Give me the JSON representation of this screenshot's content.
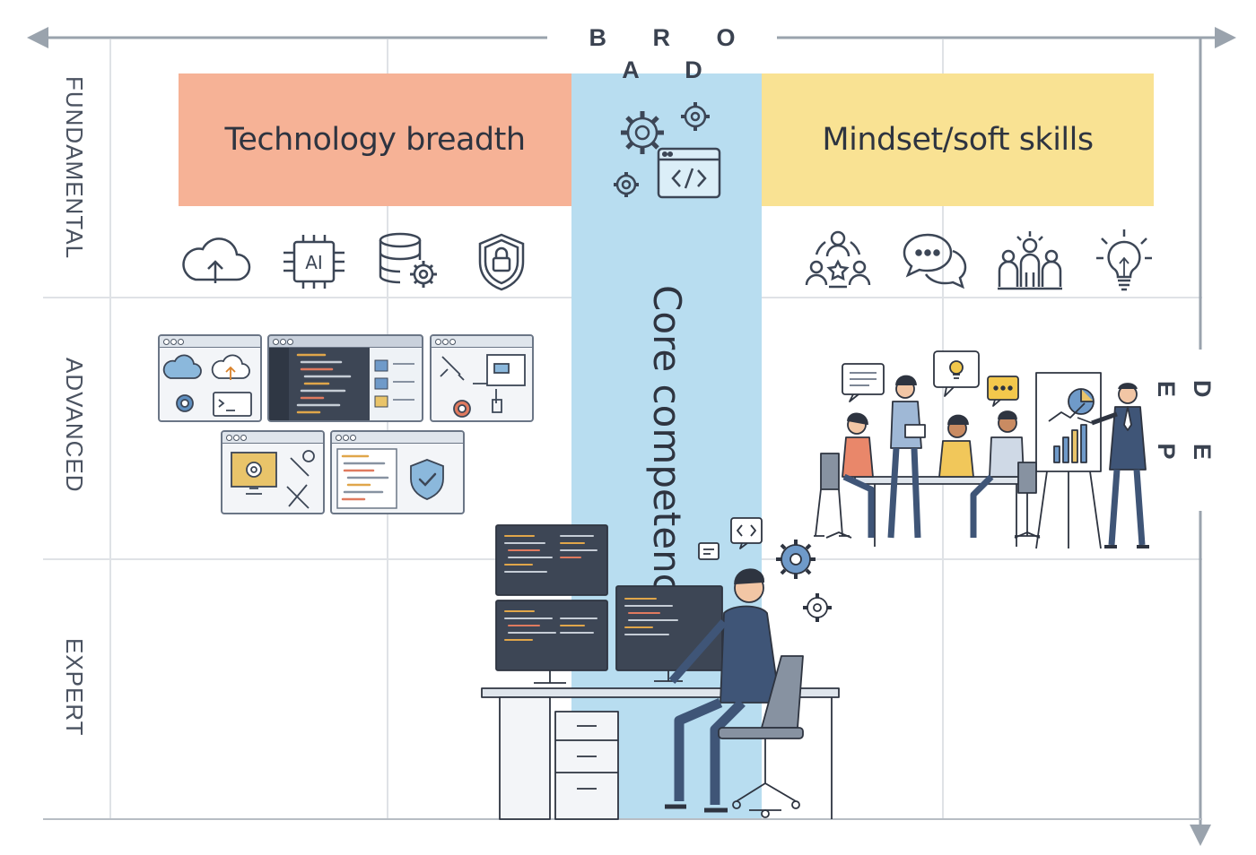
{
  "axes": {
    "horizontal_title": "B R O A D",
    "vertical_title": "D E E P"
  },
  "rows": {
    "fundamental": "FUNDAMENTAL",
    "advanced": "ADVANCED",
    "expert": "EXPERT"
  },
  "columns": {
    "technology_breadth": "Technology breadth",
    "core_competency": "Core competency",
    "mindset_soft_skills": "Mindset/soft skills"
  },
  "icons": {
    "tech_row": [
      "cloud-upload-icon",
      "ai-chip-icon",
      "database-gear-icon",
      "shield-lock-icon"
    ],
    "soft_row": [
      "team-star-icon",
      "chat-bubbles-icon",
      "team-growth-icon",
      "lightbulb-icon"
    ],
    "core_top": "gears-code-window-icon"
  },
  "small_text": {
    "ai_chip": "AI"
  },
  "colors": {
    "technology_breadth": "#f6b296",
    "core_competency": "#b8ddf0",
    "mindset_soft_skills": "#f9e293",
    "axis": "#9aa3ad",
    "grid": "#dfe2e6",
    "line_art": "#3c4656"
  }
}
